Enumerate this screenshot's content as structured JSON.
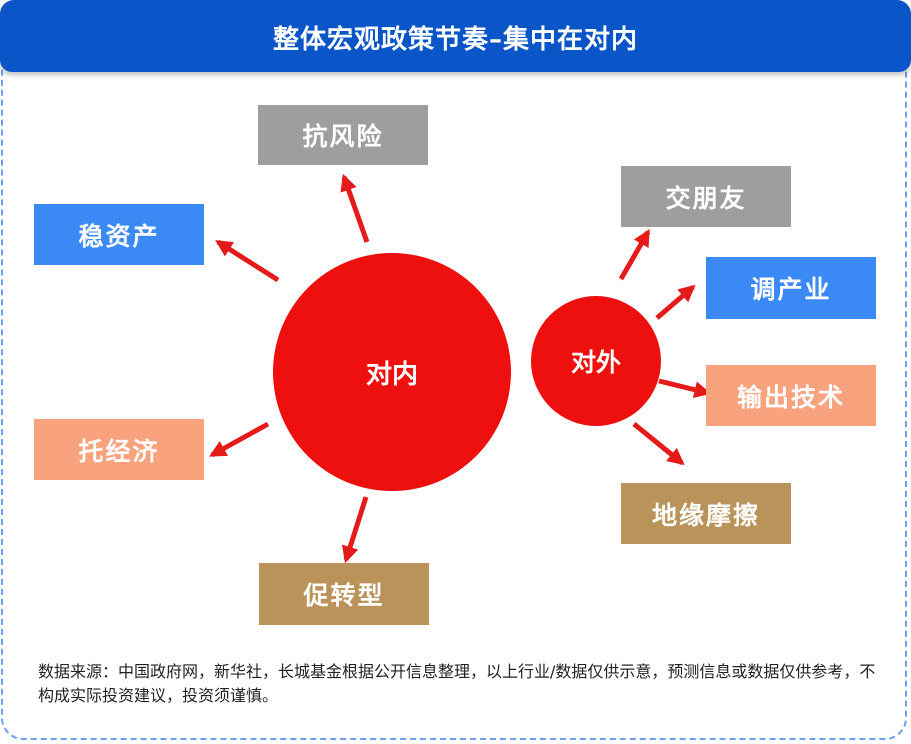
{
  "header": {
    "title": "整体宏观政策节奏–集中在对内"
  },
  "inner": {
    "center": "对内",
    "items": [
      "抗风险",
      "稳资产",
      "托经济",
      "促转型"
    ]
  },
  "outer": {
    "center": "对外",
    "items": [
      "交朋友",
      "调产业",
      "输出技术",
      "地缘摩擦"
    ]
  },
  "colors": {
    "header": "#0a56c8",
    "circle": "#ee0f0f",
    "arrow": "#e51a1a",
    "gray": "#9e9e9e",
    "blue": "#3b89f5",
    "salmon": "#f9a27e",
    "tan": "#b9935a"
  },
  "footnote": "数据来源：中国政府网，新华社，长城基金根据公开信息整理，以上行业/数据仅供示意，预测信息或数据仅供参考，不构成实际投资建议，投资须谨慎。"
}
